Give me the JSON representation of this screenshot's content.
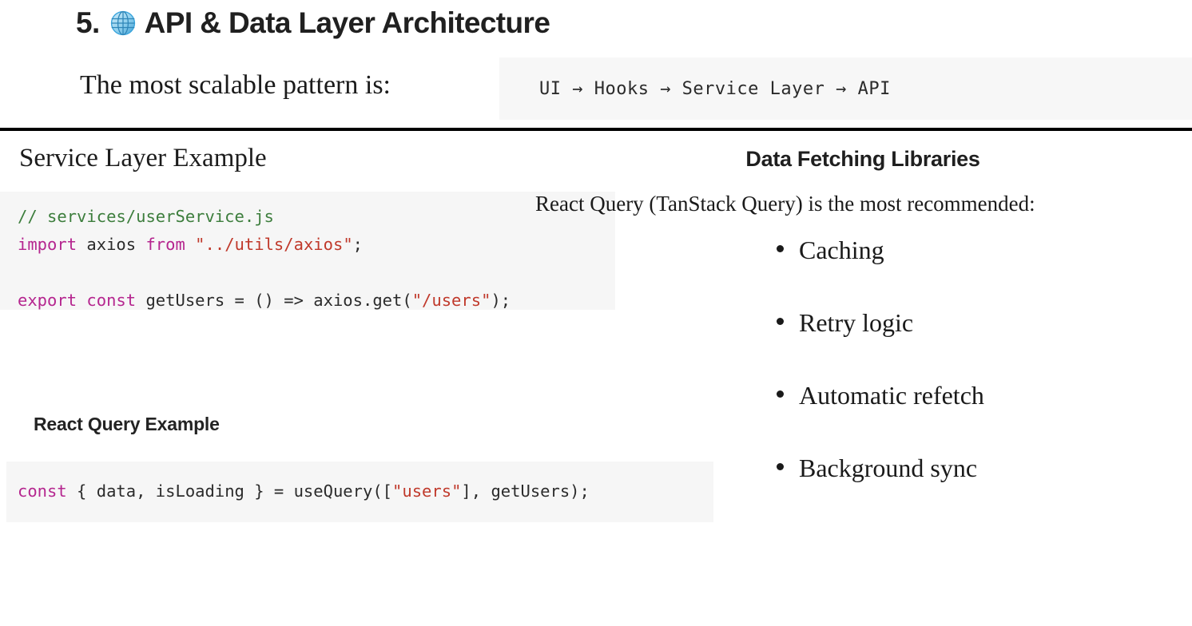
{
  "slide": {
    "number": "5.",
    "title": "API & Data Layer Architecture",
    "icon": "globe-icon"
  },
  "intro": {
    "label": "The most scalable pattern is:",
    "pattern": "UI → Hooks → Service Layer → API"
  },
  "left_column": {
    "heading": "Service Layer Example",
    "service_code": {
      "line1_comment": "// services/userService.js",
      "line2_kw": "import",
      "line2_mid": " axios ",
      "line2_kw2": "from",
      "line2_str": " \"../utils/axios\"",
      "line2_end": ";",
      "line4_kw": "export const",
      "line4_mid": " getUsers = () => axios.get(",
      "line4_str": "\"/users\"",
      "line4_end": ");"
    },
    "query_heading": "React Query Example",
    "query_code": {
      "kw": "const",
      "mid": " { data, isLoading } = useQuery([",
      "str": "\"users\"",
      "end": "], getUsers);"
    }
  },
  "right_column": {
    "heading": "Data Fetching Libraries",
    "intro": "React Query (TanStack Query) is the most recommended:",
    "features": [
      "Caching",
      "Retry logic",
      "Automatic refetch",
      "Background sync"
    ]
  },
  "colors": {
    "code_background": "#f6f6f6",
    "pattern_background": "#f7f7f7",
    "comment": "#3c7d3c",
    "keyword": "#b5268f",
    "string": "#c0392b",
    "text": "#1a1a1a",
    "divider": "#000000",
    "globe": "#3aa5dd"
  }
}
